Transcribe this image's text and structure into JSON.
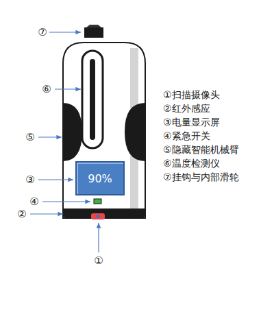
{
  "diagram": {
    "nodes": [
      {
        "text": [
          "90%"
        ]
      }
    ],
    "labels": [
      "⑦",
      "⑥",
      "⑤",
      "③",
      "④",
      "②",
      "①",
      "①扫描摄像头",
      "②红外感应",
      "③电量显示屏",
      "④紧急开关",
      "⑤隐藏智能机械臂",
      "⑥温度检测仪",
      "⑦挂钩与内部滑轮"
    ]
  }
}
